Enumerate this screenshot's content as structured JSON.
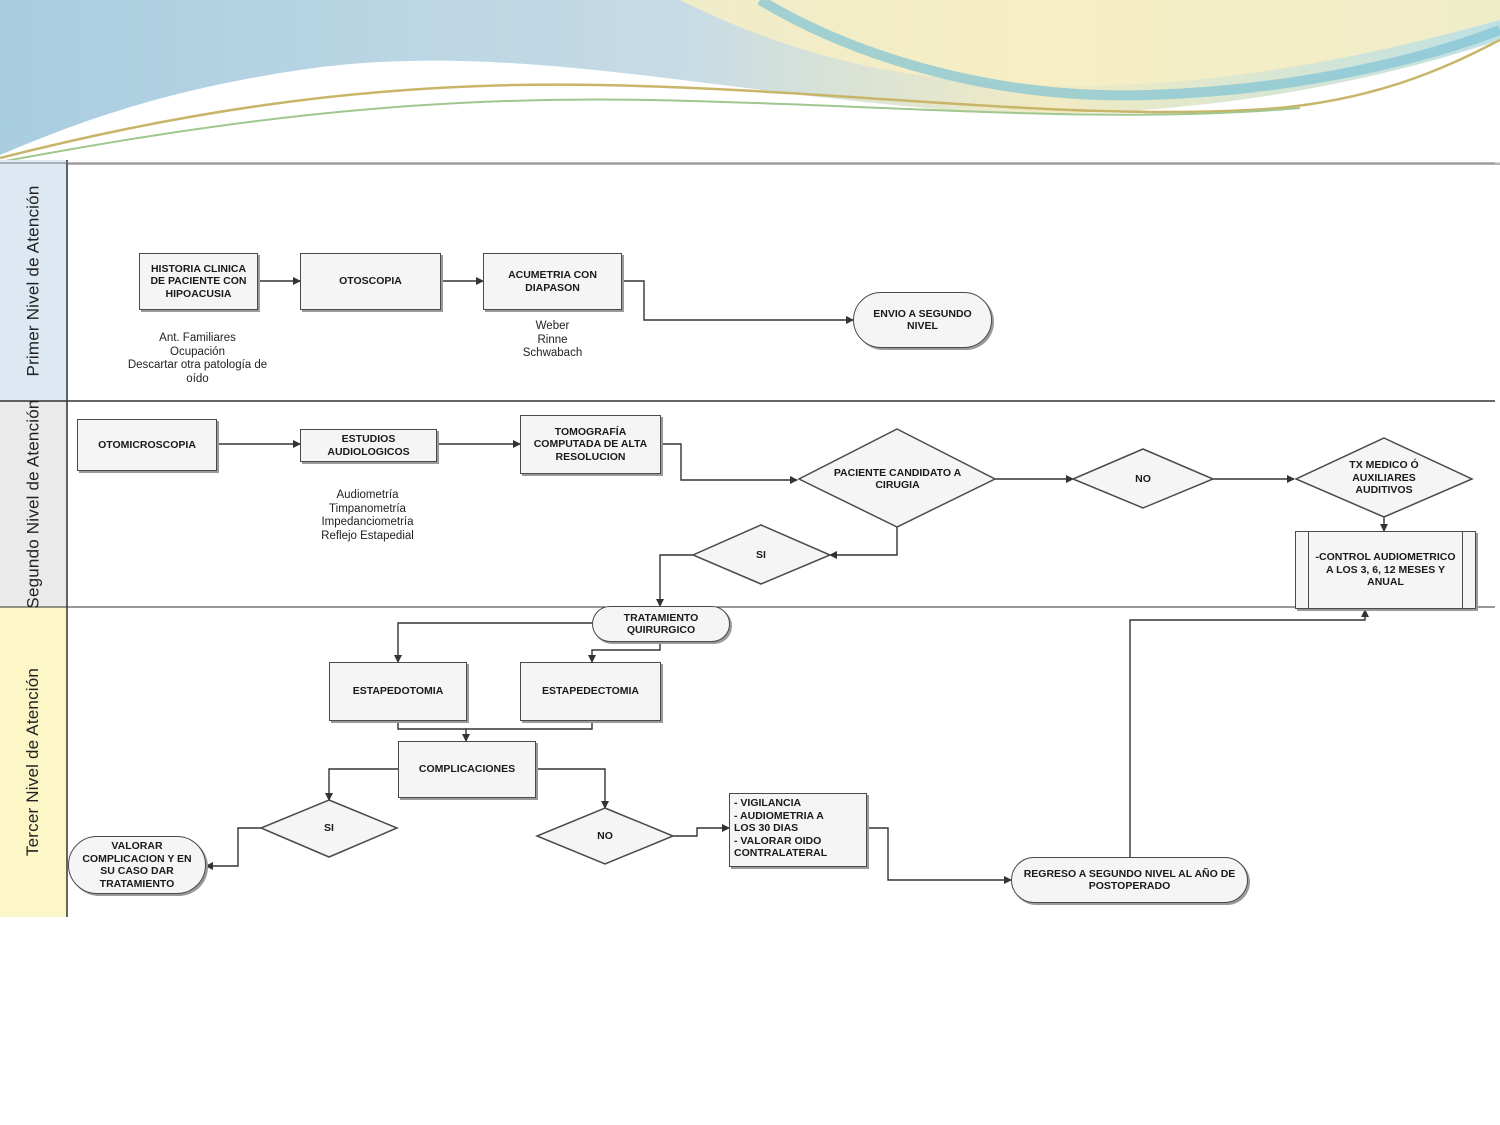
{
  "lanes": {
    "primer": "Primer Nivel de Atención",
    "segundo": "Segundo Nivel de Atención",
    "tercer": "Tercer Nivel de Atención"
  },
  "nodes": {
    "historia": "HISTORIA CLINICA DE PACIENTE CON HIPOACUSIA",
    "otoscopia": "OTOSCOPIA",
    "acumetria": "ACUMETRIA CON DIAPASON",
    "envio": "ENVIO A SEGUNDO NIVEL",
    "otomicroscopia": "OTOMICROSCOPIA",
    "estudios": "ESTUDIOS AUDIOLOGICOS",
    "tomografia": "TOMOGRAFÍA COMPUTADA DE ALTA RESOLUCION",
    "candidato": "PACIENTE CANDIDATO A CIRUGIA",
    "no1": "NO",
    "tx_medico": "TX MEDICO Ó AUXILIARES AUDITIVOS",
    "si1": "SI",
    "control": "-CONTROL AUDIOMETRICO A LOS 3, 6, 12 MESES Y ANUAL",
    "tratamiento": "TRATAMIENTO QUIRURGICO",
    "estapedotomia": "ESTAPEDOTOMIA",
    "estapedectomia": "ESTAPEDECTOMIA",
    "complicaciones": "COMPLICACIONES",
    "si2": "SI",
    "no2": "NO",
    "valorar": "VALORAR COMPLICACION Y EN SU CASO DAR TRATAMIENTO",
    "regreso": "REGRESO A SEGUNDO NIVEL AL AÑO DE POSTOPERADO"
  },
  "vigilancia": [
    "- VIGILANCIA",
    "- AUDIOMETRIA A",
    "LOS 30 DIAS",
    "- VALORAR OIDO",
    "CONTRALATERAL"
  ],
  "notes": {
    "historia": "Ant. Familiares\nOcupación\nDescartar otra patología de\noído",
    "acumetria": "Weber\nRinne\nSchwabach",
    "estudios": "Audiometría\nTimpanometría\nImpedanciometría\nReflejo Estapedial"
  },
  "colors": {
    "lane1": "#dde8f3",
    "lane2": "#eaeaea",
    "lane3": "#fdf7c8",
    "banner_blue": "#7fc3d6",
    "banner_yellow": "#f4e8a3",
    "banner_green": "#9fc78f"
  }
}
